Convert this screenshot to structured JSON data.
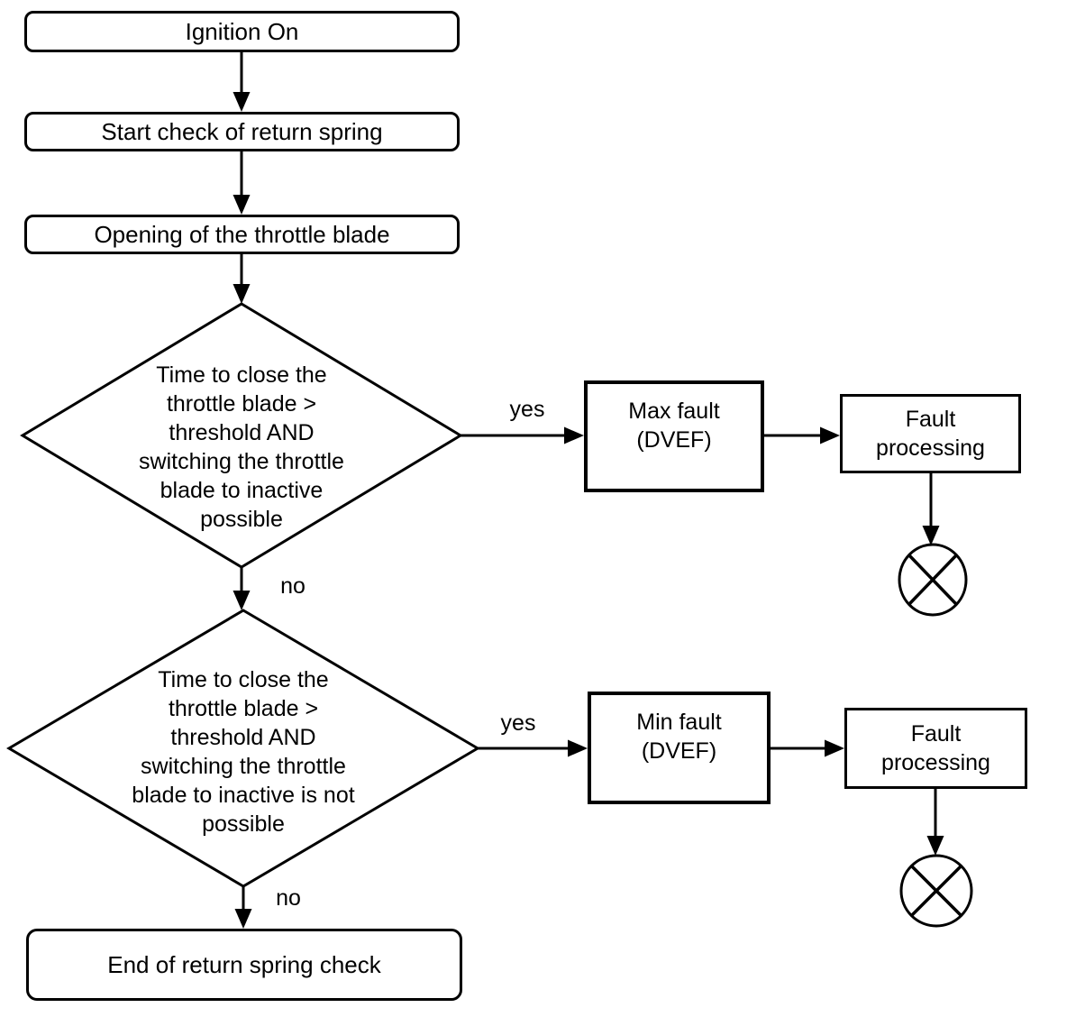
{
  "flowchart": {
    "start": "Ignition On",
    "step_start_check": "Start check of return spring",
    "step_opening": "Opening of the throttle blade",
    "decision_max": {
      "lines": [
        "Time to close the",
        "throttle blade >",
        "threshold AND",
        "switching the throttle",
        "blade to inactive",
        "possible"
      ]
    },
    "decision_min": {
      "lines": [
        "Time to close the",
        "throttle blade >",
        "threshold AND",
        "switching the throttle",
        "blade to inactive is not",
        "possible"
      ]
    },
    "max_fault": {
      "lines": [
        "Max fault",
        "(DVEF)"
      ]
    },
    "min_fault": {
      "lines": [
        "Min fault",
        "(DVEF)"
      ]
    },
    "fault_processing_1": {
      "lines": [
        "Fault",
        "processing"
      ]
    },
    "fault_processing_2": {
      "lines": [
        "Fault",
        "processing"
      ]
    },
    "end": "End of return spring check",
    "labels": {
      "yes_max": "yes",
      "no_max": "no",
      "yes_min": "yes",
      "no_min": "no"
    },
    "icons": {
      "terminator": "crossed-circle-icon"
    },
    "colors": {
      "stroke": "#000000",
      "background": "#ffffff"
    }
  }
}
